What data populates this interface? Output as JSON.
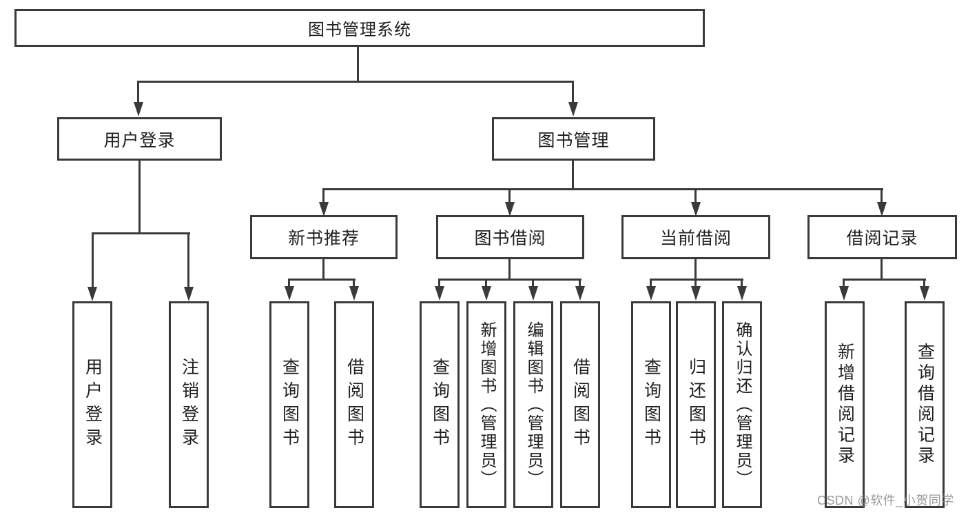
{
  "diagram": {
    "root": {
      "label": "图书管理系统"
    },
    "level2": [
      {
        "id": "user-login",
        "label": "用户登录"
      },
      {
        "id": "book-management",
        "label": "图书管理"
      }
    ],
    "level3": [
      {
        "id": "new-book-recommend",
        "label": "新书推荐"
      },
      {
        "id": "book-borrow",
        "label": "图书借阅"
      },
      {
        "id": "current-borrow",
        "label": "当前借阅"
      },
      {
        "id": "borrow-records",
        "label": "借阅记录"
      }
    ],
    "leaves": {
      "user_login": [
        "用户登录",
        "注销登录"
      ],
      "new_book_recommend": [
        "查询图书",
        "借阅图书"
      ],
      "book_borrow": [
        "查询图书",
        "新增图书（管理员）",
        "编辑图书（管理员）",
        "借阅图书"
      ],
      "current_borrow": [
        "查询图书",
        "归还图书",
        "确认归还（管理员）"
      ],
      "borrow_records": [
        "新增借阅记录",
        "查询借阅记录"
      ]
    },
    "watermark": "CSDN @软件_小贺同学",
    "colors": {
      "line": "#3a3a3a",
      "text": "#1f1f1f",
      "box_background": "#ffffff",
      "watermark": "#8f8f8f"
    }
  }
}
